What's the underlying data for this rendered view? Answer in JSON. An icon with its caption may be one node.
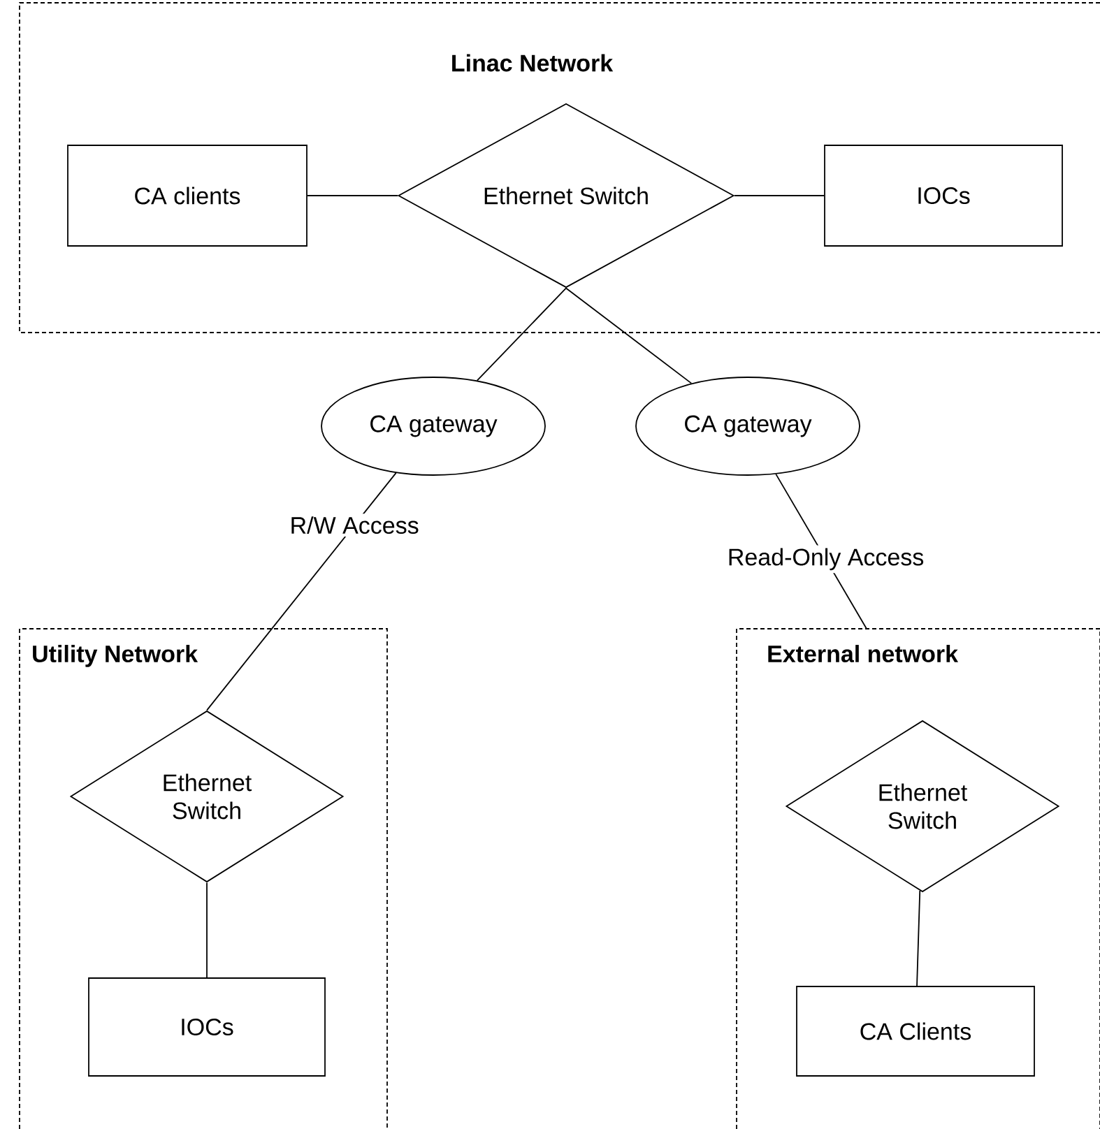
{
  "diagram": {
    "nodes": [
      {
        "text": [
          "Linac Network"
        ]
      },
      {
        "text": [
          "CA clients"
        ],
        "in": 0
      },
      {
        "text": [
          "Ethernet Switch"
        ],
        "in": 0
      },
      {
        "text": [
          "IOCs"
        ],
        "in": 0
      },
      {
        "text": [
          "CA gateway"
        ]
      },
      {
        "text": [
          "CA gateway"
        ]
      },
      {
        "text": [
          "Utility Network"
        ]
      },
      {
        "text": [
          "Ethernet Switch"
        ],
        "in": 6
      },
      {
        "text": [
          "IOCs"
        ],
        "in": 6
      },
      {
        "text": [
          "External network"
        ]
      },
      {
        "text": [
          "Ethernet Switch"
        ],
        "in": 9
      },
      {
        "text": [
          "CA Clients"
        ],
        "in": 9
      }
    ],
    "edges": [
      {
        "from": 1,
        "to": 2,
        "arrow": "none"
      },
      {
        "from": 2,
        "to": 3,
        "arrow": "none"
      },
      {
        "from": 2,
        "to": 4,
        "arrow": "none"
      },
      {
        "from": 2,
        "to": 5,
        "arrow": "none"
      },
      {
        "from": 4,
        "to": 7,
        "arrow": "none",
        "label": "R/W Access"
      },
      {
        "from": 5,
        "to": 9,
        "arrow": "none",
        "label": "Read-Only Access"
      },
      {
        "from": 7,
        "to": 8,
        "arrow": "none"
      },
      {
        "from": 10,
        "to": 11,
        "arrow": "none"
      }
    ]
  }
}
